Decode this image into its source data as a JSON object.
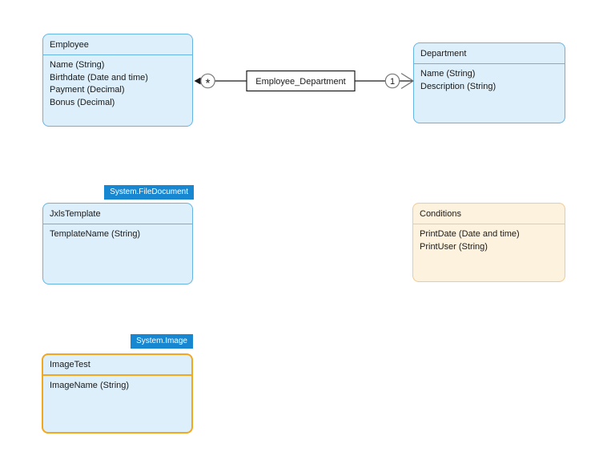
{
  "diagram": {
    "background": "#ffffff"
  },
  "entities": [
    {
      "title": "Employee",
      "attributes": [
        "Name (String)",
        "Birthdate (Date and time)",
        "Payment (Decimal)",
        "Bonus (Decimal)"
      ],
      "style": "blue"
    },
    {
      "title": "Department",
      "attributes": [
        "Name (String)",
        "Description (String)"
      ],
      "style": "blue"
    },
    {
      "title": "JxlsTemplate",
      "attributes": [
        "TemplateName (String)"
      ],
      "style": "blue",
      "generalization_tag": "System.FileDocument"
    },
    {
      "title": "Conditions",
      "attributes": [
        "PrintDate (Date and time)",
        "PrintUser (String)"
      ],
      "style": "orange"
    },
    {
      "title": "ImageTest",
      "attributes": [
        "ImageName (String)"
      ],
      "style": "blue-selected",
      "generalization_tag": "System.Image"
    }
  ],
  "association": {
    "label": "Employee_Department",
    "source_multiplicity": "*",
    "target_multiplicity": "1"
  },
  "colors": {
    "entity_fill_blue": "#ddeffa",
    "entity_border_blue": "#64b4e4",
    "entity_fill_orange": "#fdf2de",
    "entity_border_orange": "#f1ca8e",
    "selected_border_orange": "#f2a71d",
    "tag_background": "#1787d2",
    "tag_text": "#ffffff",
    "connector_line": "#1a1a1a",
    "connector_symbol": "#7a7a7a",
    "text": "#1a1a1a"
  }
}
